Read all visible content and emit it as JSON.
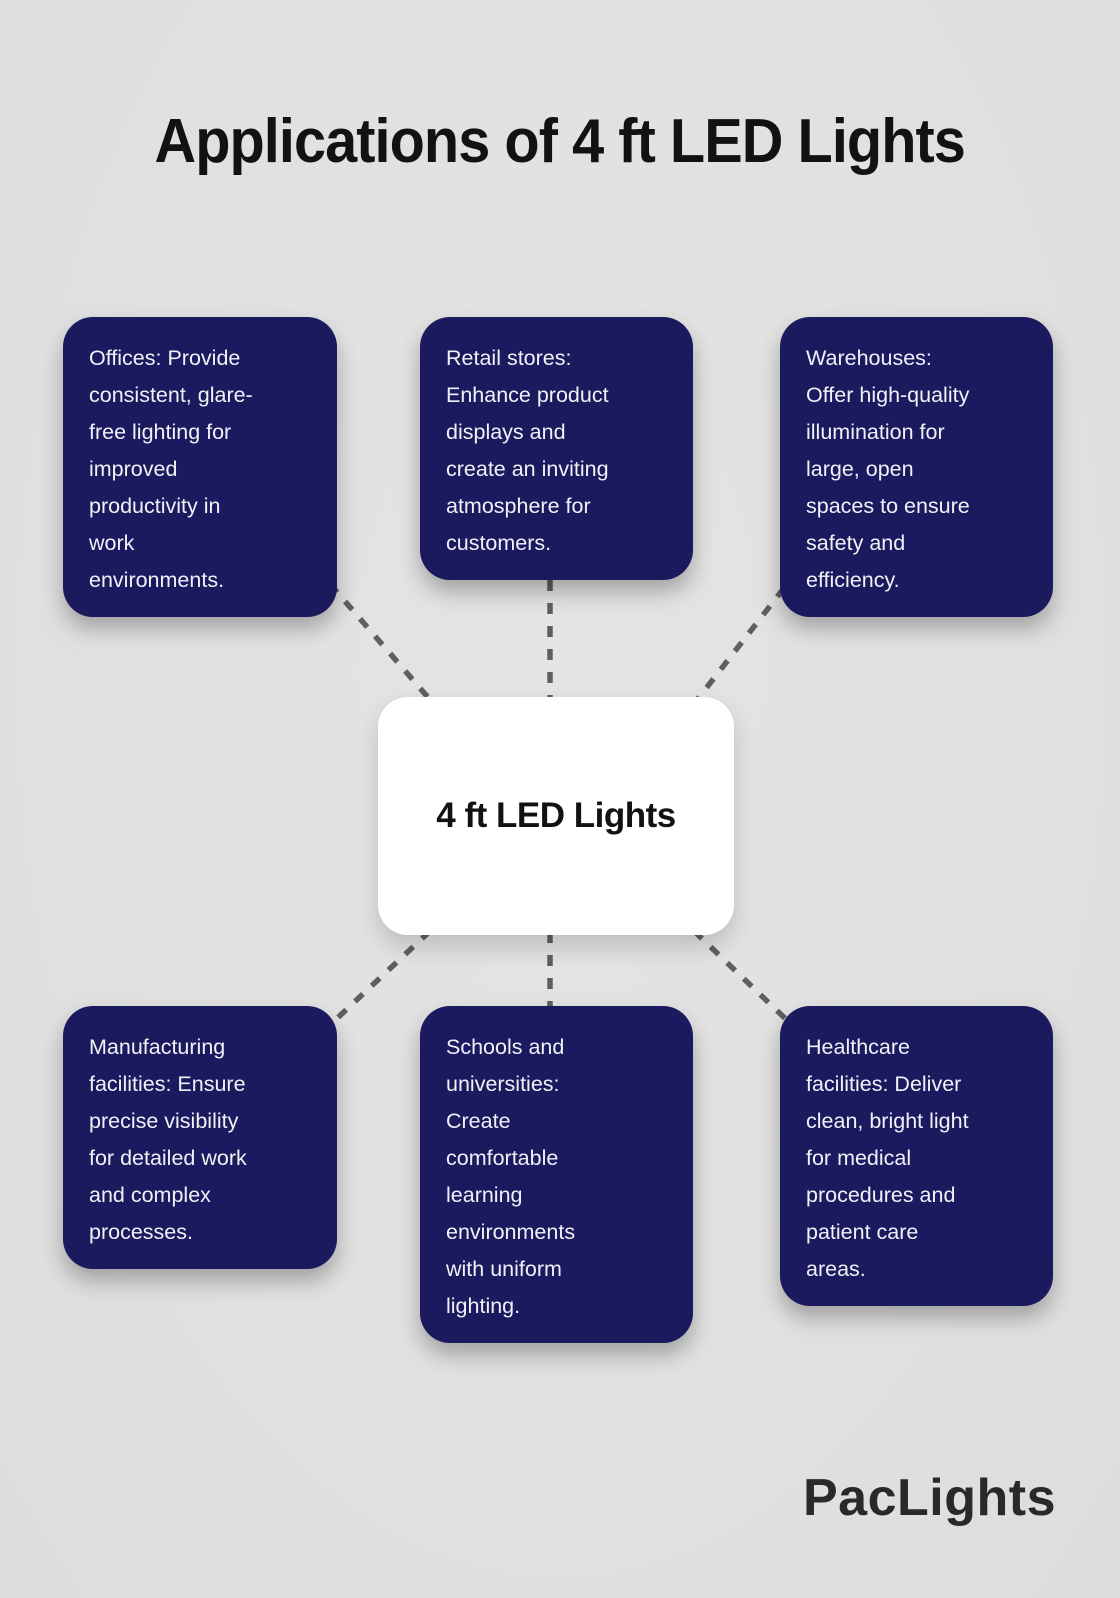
{
  "title": "Applications of 4 ft LED Lights",
  "center": {
    "label": "4 ft LED Lights"
  },
  "nodes": [
    {
      "id": "offices",
      "text": "Offices: Provide\nconsistent, glare-\nfree lighting for\nimproved\nproductivity in\nwork\nenvironments."
    },
    {
      "id": "retail-stores",
      "text": "Retail stores:\nEnhance product\ndisplays and\ncreate an inviting\natmosphere for\ncustomers."
    },
    {
      "id": "warehouses",
      "text": "Warehouses:\nOffer high-quality\nillumination for\nlarge, open\nspaces to ensure\nsafety and\nefficiency."
    },
    {
      "id": "manufacturing",
      "text": "Manufacturing\nfacilities: Ensure\nprecise visibility\nfor detailed work\nand complex\nprocesses."
    },
    {
      "id": "schools",
      "text": "Schools and\nuniversities:\nCreate\ncomfortable\nlearning\nenvironments\nwith uniform\nlighting."
    },
    {
      "id": "healthcare",
      "text": "Healthcare\nfacilities: Deliver\nclean, bright light\nfor medical\nprocedures and\npatient care\nareas."
    }
  ],
  "logo": {
    "text": "PacLights"
  },
  "colors": {
    "background": "#e0e1e0",
    "node_navy": "#1b1a5e",
    "node_text": "#f0f1f7",
    "center_white": "#ffffff",
    "connector_gray": "#5f5f5f",
    "title_black": "#121212",
    "logo_dark": "#2b2829"
  }
}
